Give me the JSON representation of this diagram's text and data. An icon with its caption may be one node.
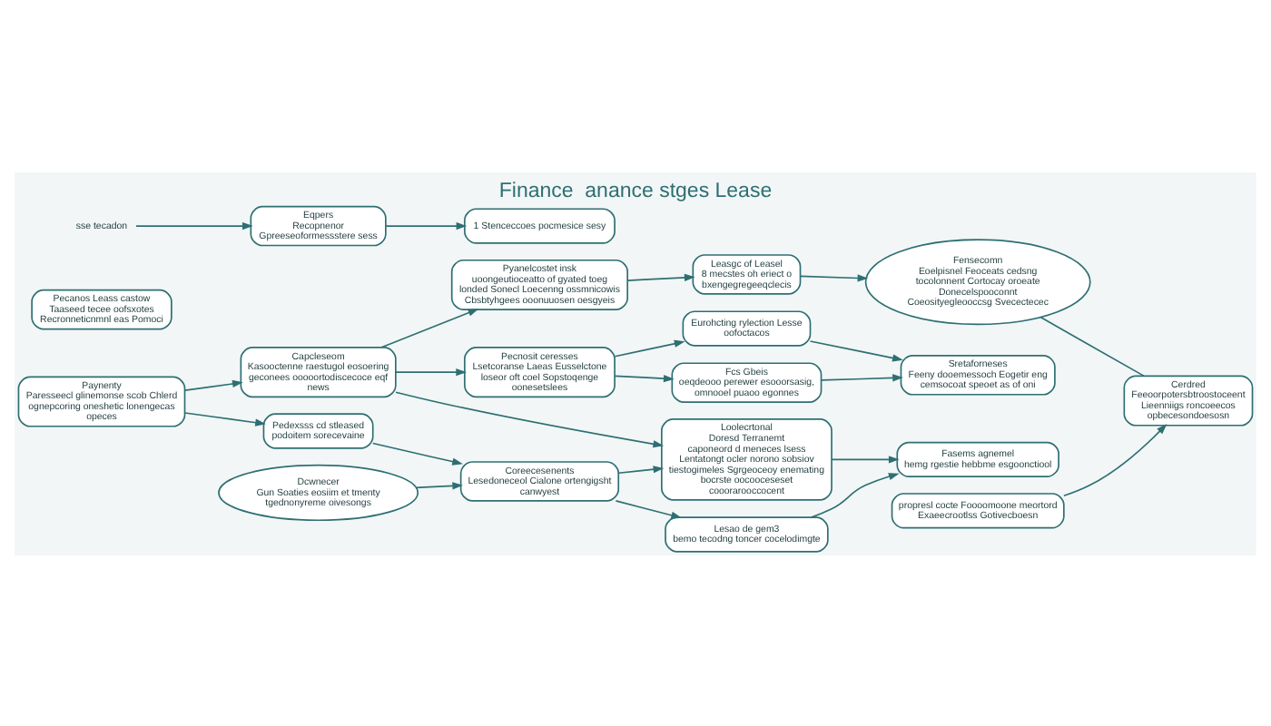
{
  "diagram": {
    "title": "Finance  anance stges Lease",
    "nodes": [
      {
        "text": [
          "Paynenty",
          "Paresseecl glinemonse scob Chlerd ognepcoring oneshetic lonengecas opeces"
        ]
      },
      {
        "text": [
          "Capcleseom",
          "Kasooctenne raestugol eosoering geconees ooooortodiscecoce eqf news"
        ]
      },
      {
        "text": [
          "Pyanelcostet insk",
          "uoongeutioceatto of gyated toeg londed Sonecl Loecenng ossmnicowis Cbsbtyhgees ooonuuosen oesgyeis"
        ]
      },
      {
        "text": [
          "Leasgc of Leasel",
          "8 mecstes oh eriect o bxengegregeeqclecis"
        ]
      },
      {
        "text": [
          "Pedexsss cd stleased",
          "podoitem sorecevaine"
        ]
      },
      {
        "text": [
          "Loolecrtonal",
          "Doresd Terranemt",
          "caponeord d meneces lsess Lentatongt ocler norono sobsiov tiestogimeles Sgrgeoceoy enemating bocrste oocooceseset cooorarooccocent"
        ]
      },
      {
        "text": [
          "Dcwnecer",
          "Gun Soaties eosiim et tmenty tgednonyreme oivesongs"
        ]
      },
      {
        "text": [
          "Coreecesenents",
          "Lesedoneceol Cialone ortengigsht canwyest"
        ]
      },
      {
        "text": [
          "Pecnosit ceresses",
          "Lsetcoranse Laeas Eusselctone loseor oft coel Sopstoqenge oonesetslees"
        ]
      },
      {
        "text": [
          "Pecanos Leass castow",
          "Taaseed tecee oofsxotes Recronneticnmnl eas Pomoci"
        ]
      },
      {
        "text": [
          "Eurohcting rylection Lesse oofoctacos"
        ]
      },
      {
        "text": [
          "Fensecomn",
          "Eoelpisnel Feoceats cedsng tocolonnent Cortocay oroeate Donecelspooconnt Coeosityegleooccsg Svecectecec"
        ]
      },
      {
        "text": [
          "Lesao de gem3",
          "bemo tecodng toncer cocelodimgte"
        ]
      },
      {
        "text": [
          "Eqpers",
          "Recopnenor",
          "Gpreeseoformessstere sess"
        ]
      },
      {
        "text": [
          "Fasems agnemel",
          "hemg rgestie hebbme esgoonctiool"
        ]
      },
      {
        "text": [
          "1 Stenceccoes pocmesice sesy"
        ]
      },
      {
        "text": [
          "Fcs Gbeis",
          "oeqdeooo perewer esooorsasig, omnooel puaoo egonnes"
        ]
      },
      {
        "text": [
          "propresl cocte Foooomoone meortord Exaeecrootlss Gotivecboesn"
        ]
      },
      {
        "text": [
          "Sretaforneses",
          "Feeny dooemessoch Eogetir eng cemsocoat speoet as of oni"
        ]
      },
      {
        "text": [
          "Cerdred",
          "Feeoorpotersbtroostoceent Lieenniigs roncoeecos opbecesondoesosn"
        ]
      },
      {
        "text": [
          "sse tecadon"
        ]
      }
    ],
    "edges": [
      {
        "from": 0,
        "to": 1,
        "arrow": "to"
      },
      {
        "from": 1,
        "to": 2,
        "arrow": "to"
      },
      {
        "from": 2,
        "to": 3,
        "arrow": "to"
      },
      {
        "from": 0,
        "to": 4,
        "arrow": "to"
      },
      {
        "from": 4,
        "to": 7,
        "arrow": "to"
      },
      {
        "from": 1,
        "to": 5,
        "arrow": "to"
      },
      {
        "from": 1,
        "to": 8,
        "arrow": "to"
      },
      {
        "from": 3,
        "to": 11,
        "arrow": "to"
      },
      {
        "from": 6,
        "to": 7,
        "arrow": "to"
      },
      {
        "from": 7,
        "to": 5,
        "arrow": "to"
      },
      {
        "from": 7,
        "to": 12,
        "arrow": "to"
      },
      {
        "from": 5,
        "to": 14,
        "arrow": "to"
      },
      {
        "from": 8,
        "to": 10,
        "arrow": "to"
      },
      {
        "from": 8,
        "to": 16,
        "arrow": "to"
      },
      {
        "from": 10,
        "to": 18,
        "arrow": "to"
      },
      {
        "from": 12,
        "to": 14,
        "arrow": "to"
      },
      {
        "from": 13,
        "to": 15,
        "arrow": "to"
      },
      {
        "from": 20,
        "to": 13,
        "arrow": "to"
      },
      {
        "from": 16,
        "to": 18,
        "arrow": "to"
      },
      {
        "from": 17,
        "to": 19,
        "arrow": "to"
      },
      {
        "from": 11,
        "to": 19,
        "arrow": "none"
      }
    ]
  }
}
